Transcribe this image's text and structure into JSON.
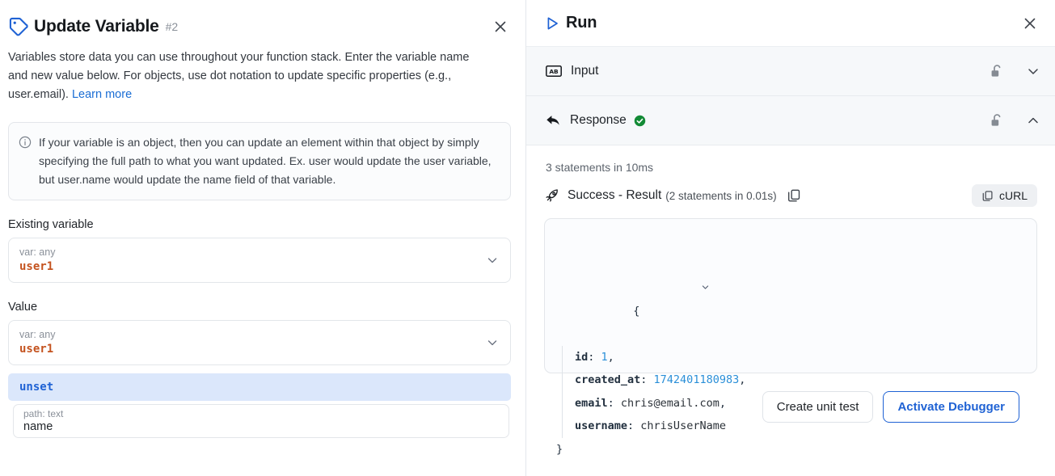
{
  "left_panel": {
    "icon": "tag-icon",
    "title": "Update Variable",
    "number": "#2",
    "close_icon": "close-icon",
    "description": "Variables store data you can use throughout your function stack. Enter the variable name and new value below. For objects, use dot notation to update specific properties (e.g., user.email).",
    "learn_more": "Learn more",
    "info": {
      "icon": "info-icon",
      "text": "If your variable is an object, then you can update an element within that object by simply specifying the full path to what you want updated. Ex. user would update the user variable, but user.name would update the name field of that variable."
    },
    "existing_variable": {
      "label": "Existing variable",
      "type_hint": "var: any",
      "value": "user1",
      "chevron_icon": "chevron-down-icon"
    },
    "value_field": {
      "label": "Value",
      "type_hint": "var: any",
      "value": "user1",
      "chevron_icon": "chevron-down-icon"
    },
    "unset_chip": "unset",
    "path_field": {
      "type_hint": "path: text",
      "value": "name"
    }
  },
  "right_panel": {
    "icon": "play-icon",
    "title": "Run",
    "close_icon": "close-icon",
    "input_row": {
      "icon": "ab-badge-icon",
      "label": "Input",
      "lock_icon": "unlock-icon",
      "chevron_icon": "chevron-down-icon"
    },
    "response_row": {
      "icon": "reply-arrow-icon",
      "label": "Response",
      "status_icon": "check-circle-icon",
      "lock_icon": "unlock-icon",
      "chevron_icon": "chevron-up-icon"
    },
    "statements_summary": "3 statements in 10ms",
    "result": {
      "icon": "rocket-icon",
      "label": "Success - Result",
      "detail": "(2 statements in 0.01s)",
      "copy_icon": "copy-icon"
    },
    "curl_button": {
      "label": "cURL",
      "icon": "copy-icon"
    },
    "json_result": {
      "toggle_icon": "chevron-down-icon",
      "open_brace": "{",
      "close_brace": "}",
      "entries": [
        {
          "key": "id",
          "value": "1",
          "kind": "num",
          "comma": ","
        },
        {
          "key": "created_at",
          "value": "1742401180983",
          "kind": "num",
          "comma": ","
        },
        {
          "key": "email",
          "value": "chris@email.com",
          "kind": "str",
          "comma": ","
        },
        {
          "key": "username",
          "value": "chrisUserName",
          "kind": "str",
          "comma": ""
        }
      ]
    },
    "buttons": {
      "create_unit_test": "Create unit test",
      "activate_debugger": "Activate Debugger"
    }
  },
  "colors": {
    "accent_blue": "#1f62d4",
    "variable_orange": "#c4531f",
    "success_green": "#1a9e3f",
    "json_number_blue": "#2a8fd8",
    "chip_bg": "#dbe7fb",
    "row_bg": "#f6f8fa"
  }
}
